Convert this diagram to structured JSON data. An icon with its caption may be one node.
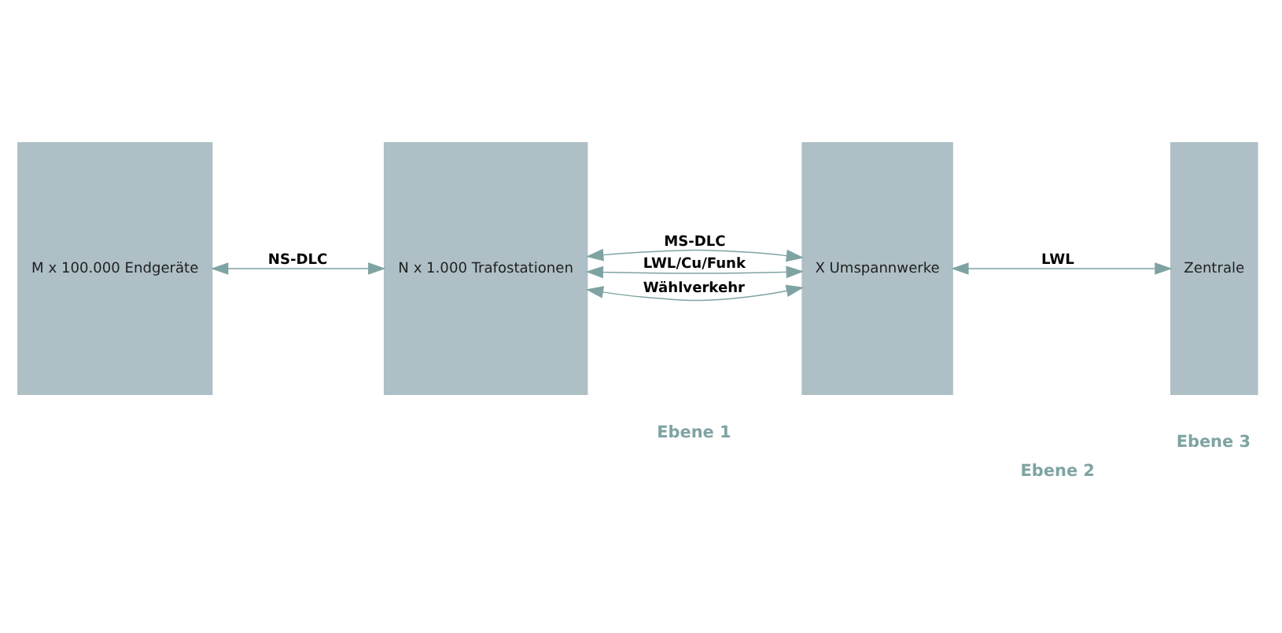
{
  "diagram": {
    "nodes": [
      {
        "text": [
          "M x 100.000 Endgeräte"
        ]
      },
      {
        "text": [
          "N x 1.000 Trafostationen"
        ]
      },
      {
        "text": [
          "X Umspannwerke"
        ]
      },
      {
        "text": [
          "Zentrale"
        ]
      }
    ],
    "edges": [
      {
        "from": 0,
        "to": 1,
        "arrow": "both",
        "label": "NS-DLC"
      },
      {
        "from": 1,
        "to": 2,
        "arrow": "both",
        "label": "MS-DLC"
      },
      {
        "from": 1,
        "to": 2,
        "arrow": "both",
        "label": "LWL/Cu/Funk"
      },
      {
        "from": 1,
        "to": 2,
        "arrow": "both",
        "label": "Wählverkehr"
      },
      {
        "from": 2,
        "to": 3,
        "arrow": "both",
        "label": "LWL"
      }
    ],
    "labels": [
      "Ebene 1",
      "Ebene 2",
      "Ebene 3"
    ]
  }
}
